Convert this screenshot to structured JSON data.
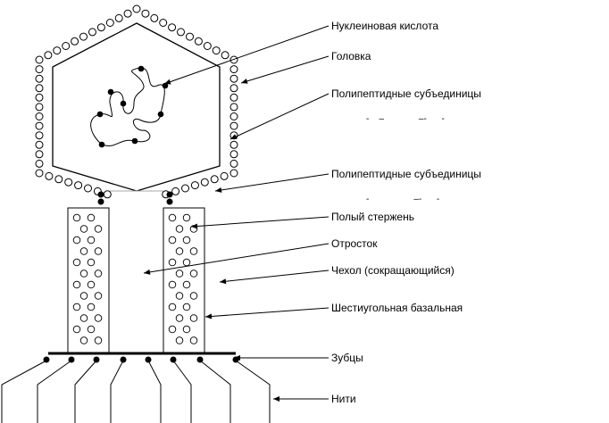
{
  "diagram": {
    "labels": {
      "nucleic_acid": "Нуклеиновая кислота",
      "head": "Головка",
      "polypeptide_1": "Полипептидные субъединицы",
      "polypeptide_2": "Полипептидные субъединицы",
      "hollow_rod": "Полый стержень",
      "tail": "Отросток",
      "sheath": "Чехол (сокращающийся)",
      "basal_plate": "Шестиугольная базальная",
      "teeth": "Зубцы",
      "fibers": "Нити"
    },
    "dash_rows": {
      "row_1": "-    –              –-      -",
      "row_2": "-                  –-      -"
    }
  }
}
